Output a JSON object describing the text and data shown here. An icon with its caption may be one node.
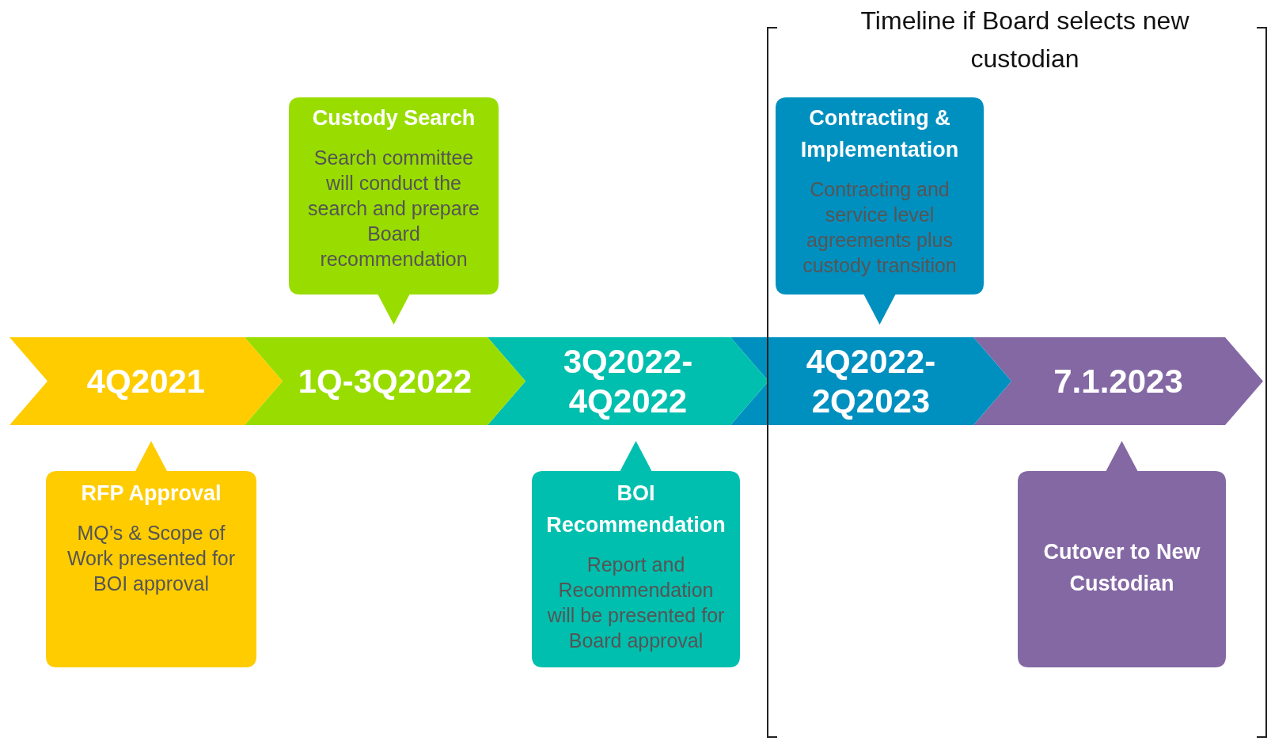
{
  "diagram": {
    "nodes": [
      {
        "text": [
          "4Q2021"
        ]
      },
      {
        "text": [
          "1Q-3Q2022"
        ]
      },
      {
        "text": [
          "3Q2022-4Q2022"
        ]
      },
      {
        "text": [
          "4Q2022-2Q2023"
        ]
      },
      {
        "text": [
          "7.1.2023"
        ]
      },
      {
        "text": [
          "RFP Approval",
          "MQ’s & Scope of Work presented for BOI approval"
        ]
      },
      {
        "text": [
          "Custody Search",
          "Search committee will conduct the search and prepare Board recommendation"
        ]
      },
      {
        "text": [
          "BOI Recommendation",
          "Report and Recommendation will be presented for Board approval"
        ]
      },
      {
        "text": [
          "Contracting & Implementation",
          "Contracting and service level agreements plus custody transition"
        ]
      },
      {
        "text": [
          "Cutover to New Custodian"
        ]
      }
    ],
    "labels": [
      "Timeline if Board selects new custodian"
    ]
  }
}
